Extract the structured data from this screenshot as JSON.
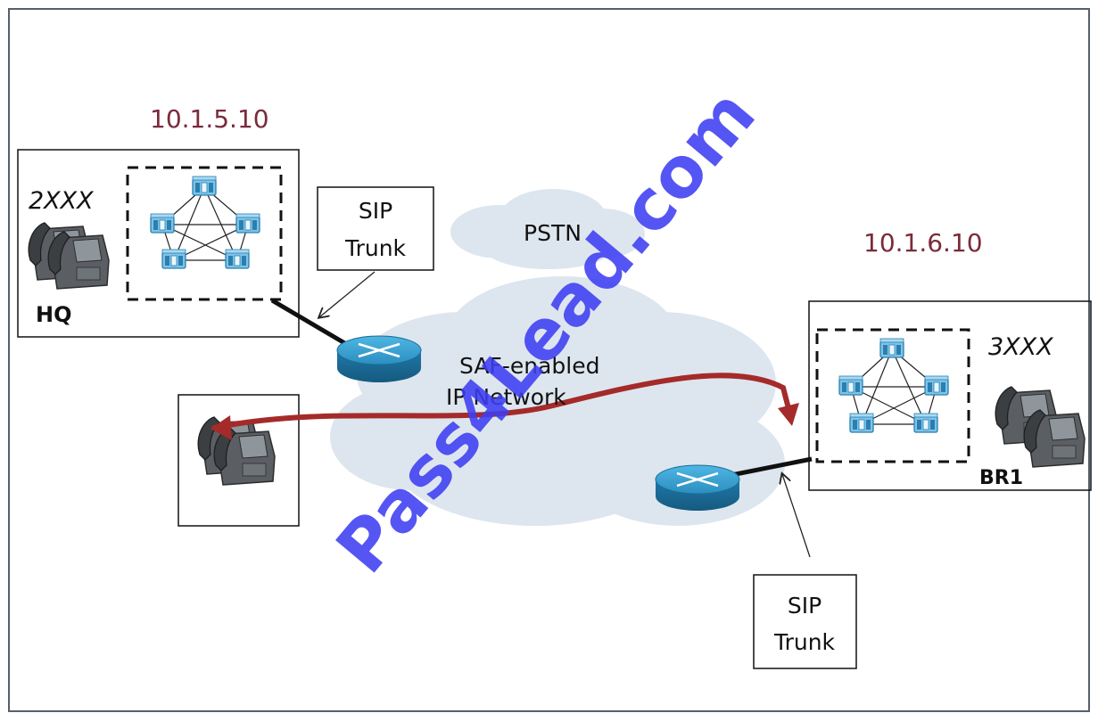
{
  "hq": {
    "ip": "10.1.5.10",
    "extension": "2XXX",
    "name": "HQ"
  },
  "br1": {
    "ip": "10.1.6.10",
    "extension": "3XXX",
    "name": "BR1"
  },
  "sip_trunk_hq": {
    "line1": "SIP",
    "line2": "Trunk"
  },
  "sip_trunk_br1": {
    "line1": "SIP",
    "line2": "Trunk"
  },
  "pstn": {
    "label": "PSTN"
  },
  "ip_network": {
    "line1": "SAF-enabled",
    "line2": "IP Network"
  },
  "watermark": {
    "text": "Pass4Lead.com"
  },
  "colors": {
    "ip_text": "#7a2b3a",
    "call_path": "#a52a2a",
    "router": "#2d8fbf",
    "cloud": "#dde6ee",
    "watermark": "#3d3df2",
    "frame": "#55606c"
  }
}
